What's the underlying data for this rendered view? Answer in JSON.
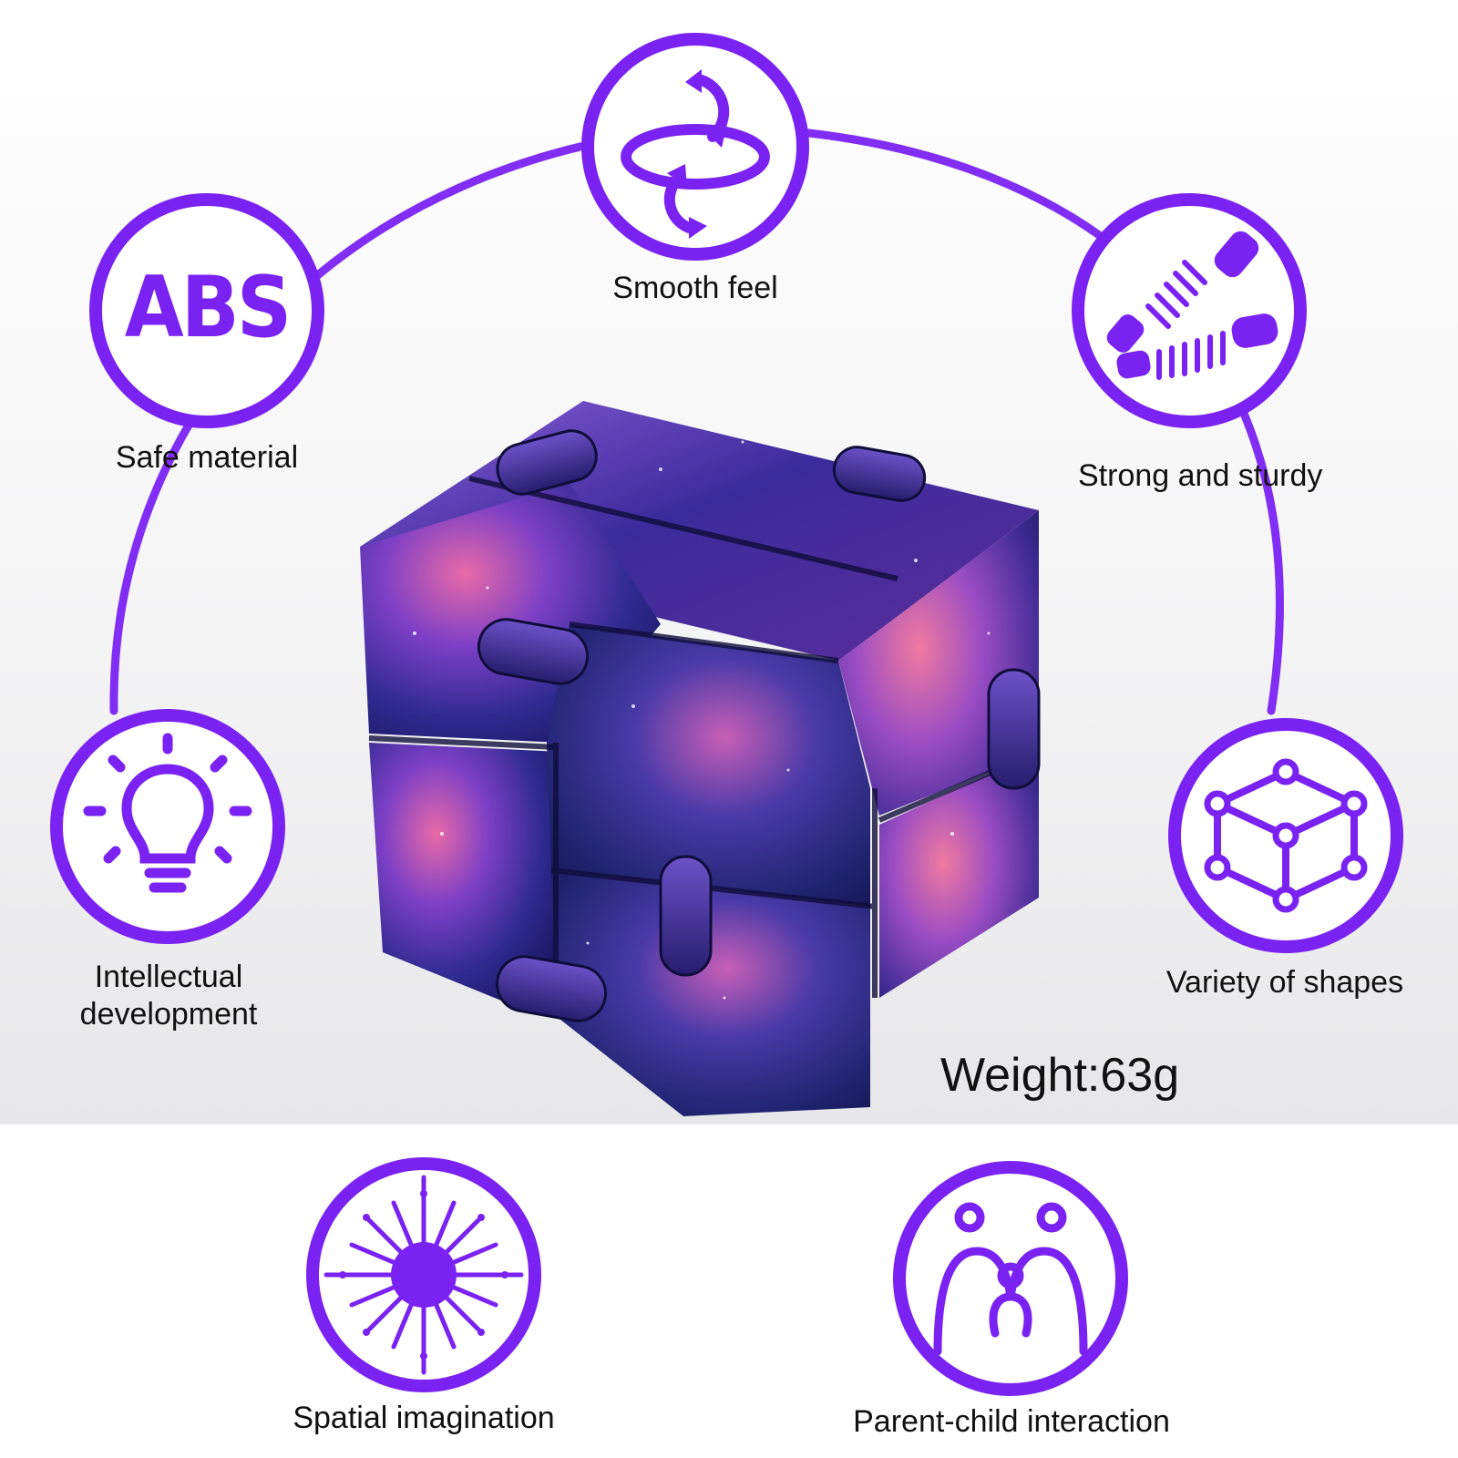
{
  "colors": {
    "accent": "#7a22f2",
    "text": "#111111",
    "background": "#ffffff"
  },
  "product": {
    "image": "galaxy-infinity-cube",
    "weight_label": "Weight:63g"
  },
  "features": [
    {
      "id": "smooth-feel",
      "label": "Smooth feel",
      "icon": "rotate-arrows-icon"
    },
    {
      "id": "safe-material",
      "label": "Safe material",
      "icon": "abs-icon",
      "icon_text": "ABS"
    },
    {
      "id": "strong-sturdy",
      "label": "Strong and sturdy",
      "icon": "springs-icon"
    },
    {
      "id": "intellectual",
      "label": "Intellectual\ndevelopment",
      "icon": "lightbulb-icon"
    },
    {
      "id": "variety-shapes",
      "label": "Variety of shapes",
      "icon": "cube-network-icon"
    },
    {
      "id": "spatial",
      "label": "Spatial imagination",
      "icon": "burst-icon"
    },
    {
      "id": "parent-child",
      "label": "Parent-child interaction",
      "icon": "family-icon"
    }
  ]
}
